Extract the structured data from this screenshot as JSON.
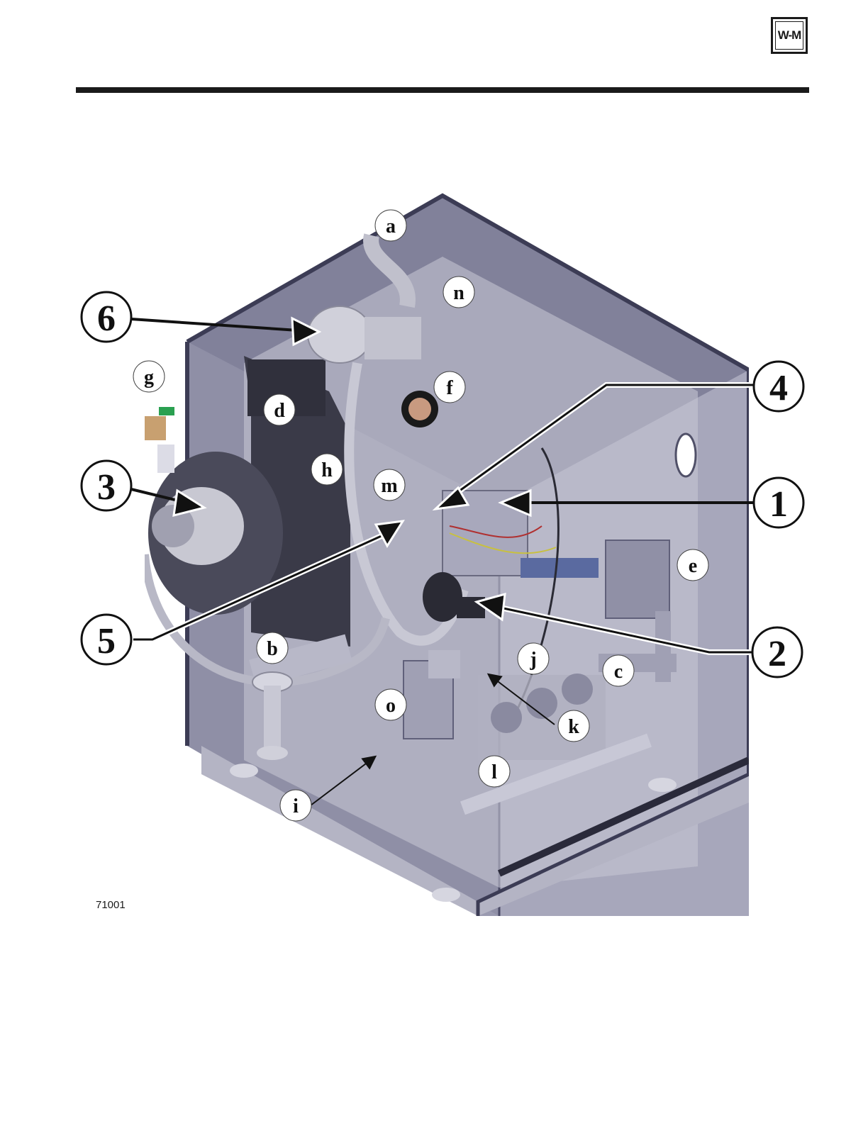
{
  "header": {
    "logo_text": "W-M"
  },
  "figure": {
    "figure_number": "71001",
    "numbered_callouts": [
      "1",
      "2",
      "3",
      "4",
      "5",
      "6"
    ],
    "letter_callouts": [
      "a",
      "b",
      "c",
      "d",
      "e",
      "f",
      "g",
      "h",
      "i",
      "j",
      "k",
      "l",
      "m",
      "n",
      "o"
    ]
  },
  "colors": {
    "cabinet_frame": "#4a4a66",
    "cabinet_panel": "#8f8fa6",
    "interior": "#b8b8c8",
    "brass_valve": "#c8a070",
    "callout_line": "#111111"
  }
}
